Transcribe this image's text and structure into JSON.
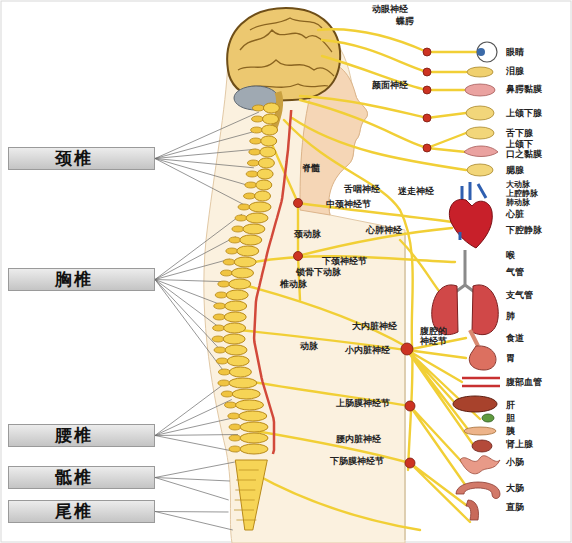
{
  "diagram": {
    "nodes": [
      {
        "text": [
          "颈椎"
        ]
      },
      {
        "text": [
          "胸椎"
        ]
      },
      {
        "text": [
          "腰椎"
        ]
      },
      {
        "text": [
          "骶椎"
        ]
      },
      {
        "text": [
          "尾椎"
        ]
      }
    ],
    "labels": [
      "动眼神经",
      "蝶腭",
      "颜面神经",
      "脊髓",
      "舌咽神经",
      "迷走神经",
      "中颈神经节",
      "心肺神经",
      "颈动脉",
      "下颈神经节",
      "锁骨下动脉",
      "椎动脉",
      "大内脏神经",
      "腹腔的 神经节",
      "小内脏神经",
      "动脉",
      "上肠膜神经节",
      "腰内脏神经",
      "下肠膜神经节",
      "眼睛",
      "泪腺",
      "鼻腭黏膜",
      "上颌下腺",
      "舌下腺",
      "上颌下 口之黏膜",
      "腮腺",
      "大动脉",
      "上腔静脉",
      "肺动脉",
      "心脏",
      "下腔静脉",
      "喉",
      "气管",
      "支气管",
      "肺",
      "食道",
      "胃",
      "腹部血管",
      "肝",
      "胆",
      "胰",
      "肾上腺",
      "小肠",
      "大肠",
      "直肠"
    ]
  }
}
